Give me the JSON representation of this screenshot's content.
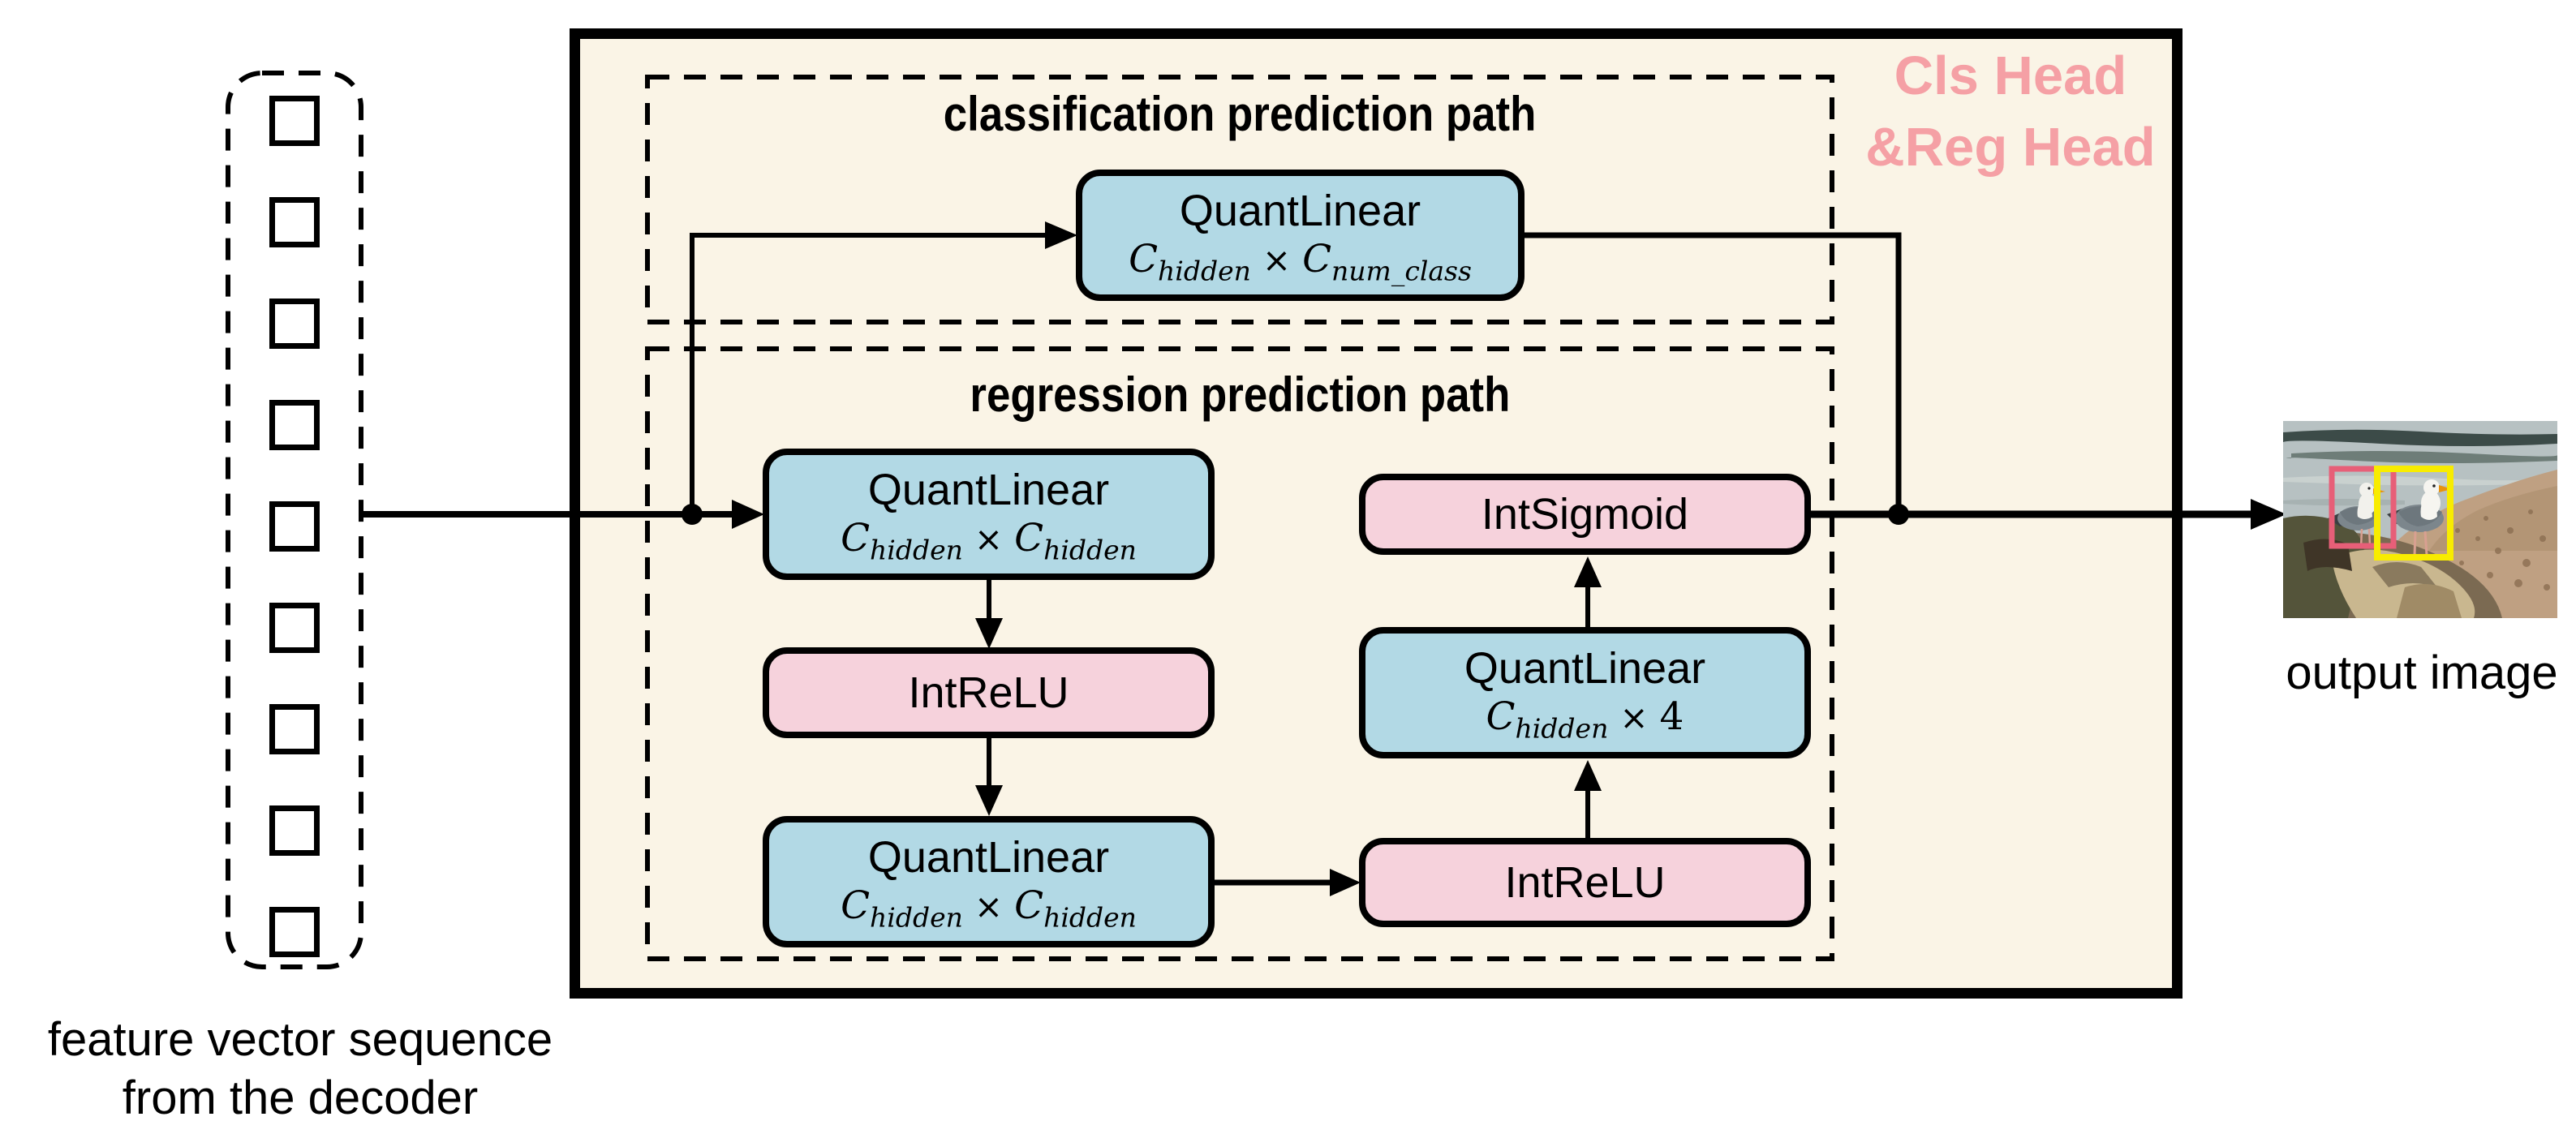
{
  "diagram": {
    "head_label_line1": "Cls Head",
    "head_label_line2": "&Reg Head",
    "cls_path_title": "classification prediction path",
    "reg_path_title": "regression prediction path",
    "nodes": {
      "cls_quantlinear": {
        "title": "QuantLinear",
        "f_var1": "C",
        "f_sub1": "hidden",
        "f_op": "×",
        "f_var2": "C",
        "f_sub2": "num_class"
      },
      "reg_quantlinear1": {
        "title": "QuantLinear",
        "f_var1": "C",
        "f_sub1": "hidden",
        "f_op": "×",
        "f_var2": "C",
        "f_sub2": "hidden"
      },
      "reg_intrelu1": {
        "title": "IntReLU"
      },
      "reg_quantlinear2": {
        "title": "QuantLinear",
        "f_var1": "C",
        "f_sub1": "hidden",
        "f_op": "×",
        "f_var2": "C",
        "f_sub2": "hidden"
      },
      "reg_intrelu2": {
        "title": "IntReLU"
      },
      "reg_quantlinear3": {
        "title": "QuantLinear",
        "f_var1": "C",
        "f_sub1": "hidden",
        "f_op": "×",
        "f_var2": "4",
        "f_sub2": ""
      },
      "reg_intsigmoid": {
        "title": "IntSigmoid"
      }
    },
    "feature_vector": {
      "square_count": 9
    },
    "input_caption_line1": "feature vector sequence",
    "input_caption_line2": "from the decoder",
    "output_caption": "output image",
    "colors": {
      "panel_bg": "#faf4e6",
      "quantlinear_fill": "#b2d9e5",
      "activation_fill": "#f6d2dc",
      "head_label_text": "#f5a0a5",
      "bbox_left": "#e75f78",
      "bbox_right": "#f8ec00",
      "line": "#000000"
    }
  }
}
